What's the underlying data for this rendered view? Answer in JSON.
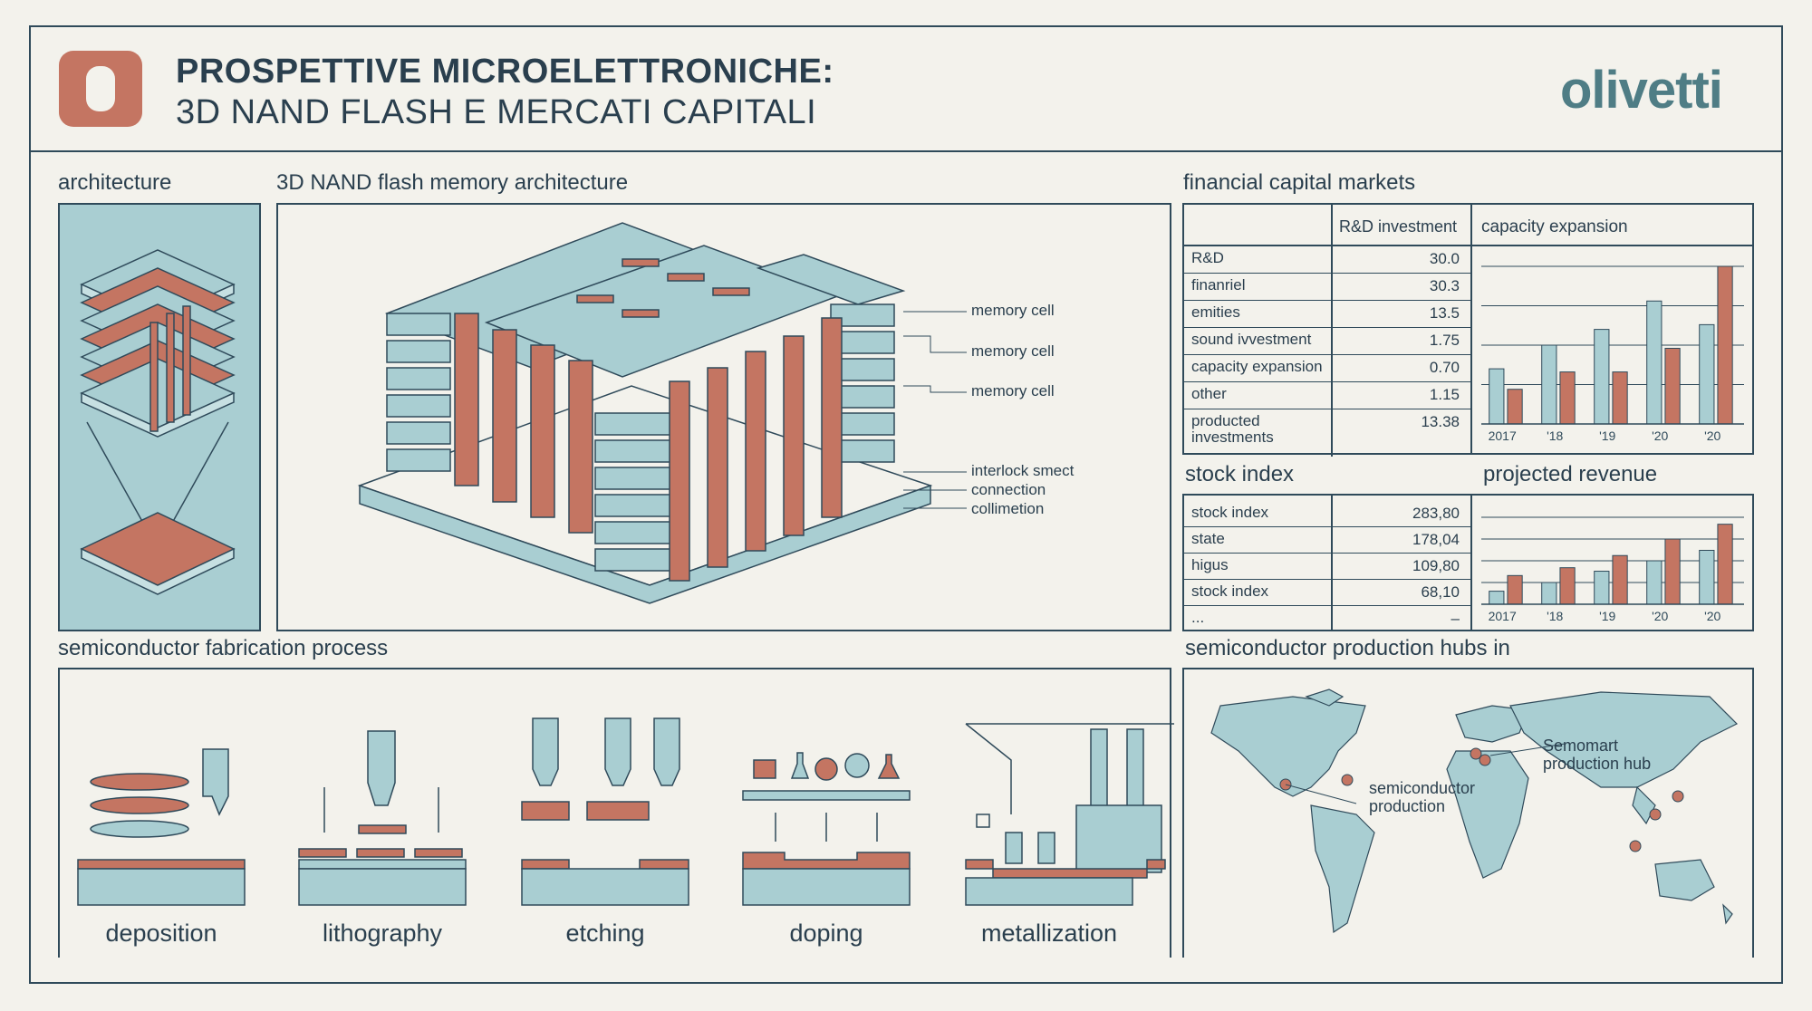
{
  "header": {
    "title_line1": "PROSPETTIVE MICROELETTRONICHE:",
    "title_line2": "3D NAND FLASH E MERCATI CAPITALI",
    "brand": "olivetti"
  },
  "sections": {
    "architecture": "architecture",
    "nand": "3D NAND flash memory architecture",
    "financial": "financial capital markets",
    "fabrication": "semiconductor fabrication process",
    "hubs": "semiconductor production hubs in"
  },
  "nand_labels": [
    "memory cell",
    "memory cell",
    "memory cell",
    "interlock smect",
    "connection",
    "collimetion"
  ],
  "investment_table": {
    "header": "R&D investment",
    "rows": [
      {
        "label": "R&D",
        "value": "30.0"
      },
      {
        "label": "finanriel",
        "value": "30.3"
      },
      {
        "label": "emities",
        "value": "13.5"
      },
      {
        "label": "sound ivvestment",
        "value": "1.75"
      },
      {
        "label": "capacity expansion",
        "value": "0.70"
      },
      {
        "label": "other",
        "value": "1.15"
      },
      {
        "label": "producted investments",
        "value": "13.38"
      }
    ]
  },
  "stock_table": {
    "title": "stock index",
    "rows": [
      {
        "label": "stock index",
        "value": "283,80"
      },
      {
        "label": "state",
        "value": "178,04"
      },
      {
        "label": "higus",
        "value": "109,80"
      },
      {
        "label": "stock index",
        "value": "68,10"
      },
      {
        "label": "...",
        "value": "–"
      }
    ]
  },
  "chart_data": [
    {
      "type": "bar",
      "title": "capacity expansion",
      "categories": [
        "2017",
        "'18",
        "'19",
        "'20",
        "'20"
      ],
      "series": [
        {
          "values": [
            35,
            50,
            60,
            78,
            63
          ]
        },
        {
          "values": [
            22,
            33,
            33,
            48,
            100
          ]
        }
      ],
      "ylim": [
        0,
        100
      ],
      "grid": true,
      "colors": [
        "#a9ced2",
        "#c47562"
      ]
    },
    {
      "type": "bar",
      "title": "projected revenue",
      "categories": [
        "2017",
        "'18",
        "'19",
        "'20",
        "'20"
      ],
      "series": [
        {
          "values": [
            15,
            25,
            38,
            50,
            62
          ]
        },
        {
          "values": [
            33,
            42,
            56,
            75,
            92
          ]
        }
      ],
      "ylim": [
        0,
        100
      ],
      "grid": true,
      "colors": [
        "#a9ced2",
        "#c47562"
      ]
    }
  ],
  "process_steps": [
    "deposition",
    "lithography",
    "etching",
    "doping",
    "metallization"
  ],
  "map": {
    "label_europe": "Semomart production hub",
    "label_america": "semiconductor production"
  },
  "colors": {
    "teal": "#a9ced2",
    "rust": "#c47562",
    "ink": "#2f4a5a",
    "paper": "#f3f2ec"
  }
}
